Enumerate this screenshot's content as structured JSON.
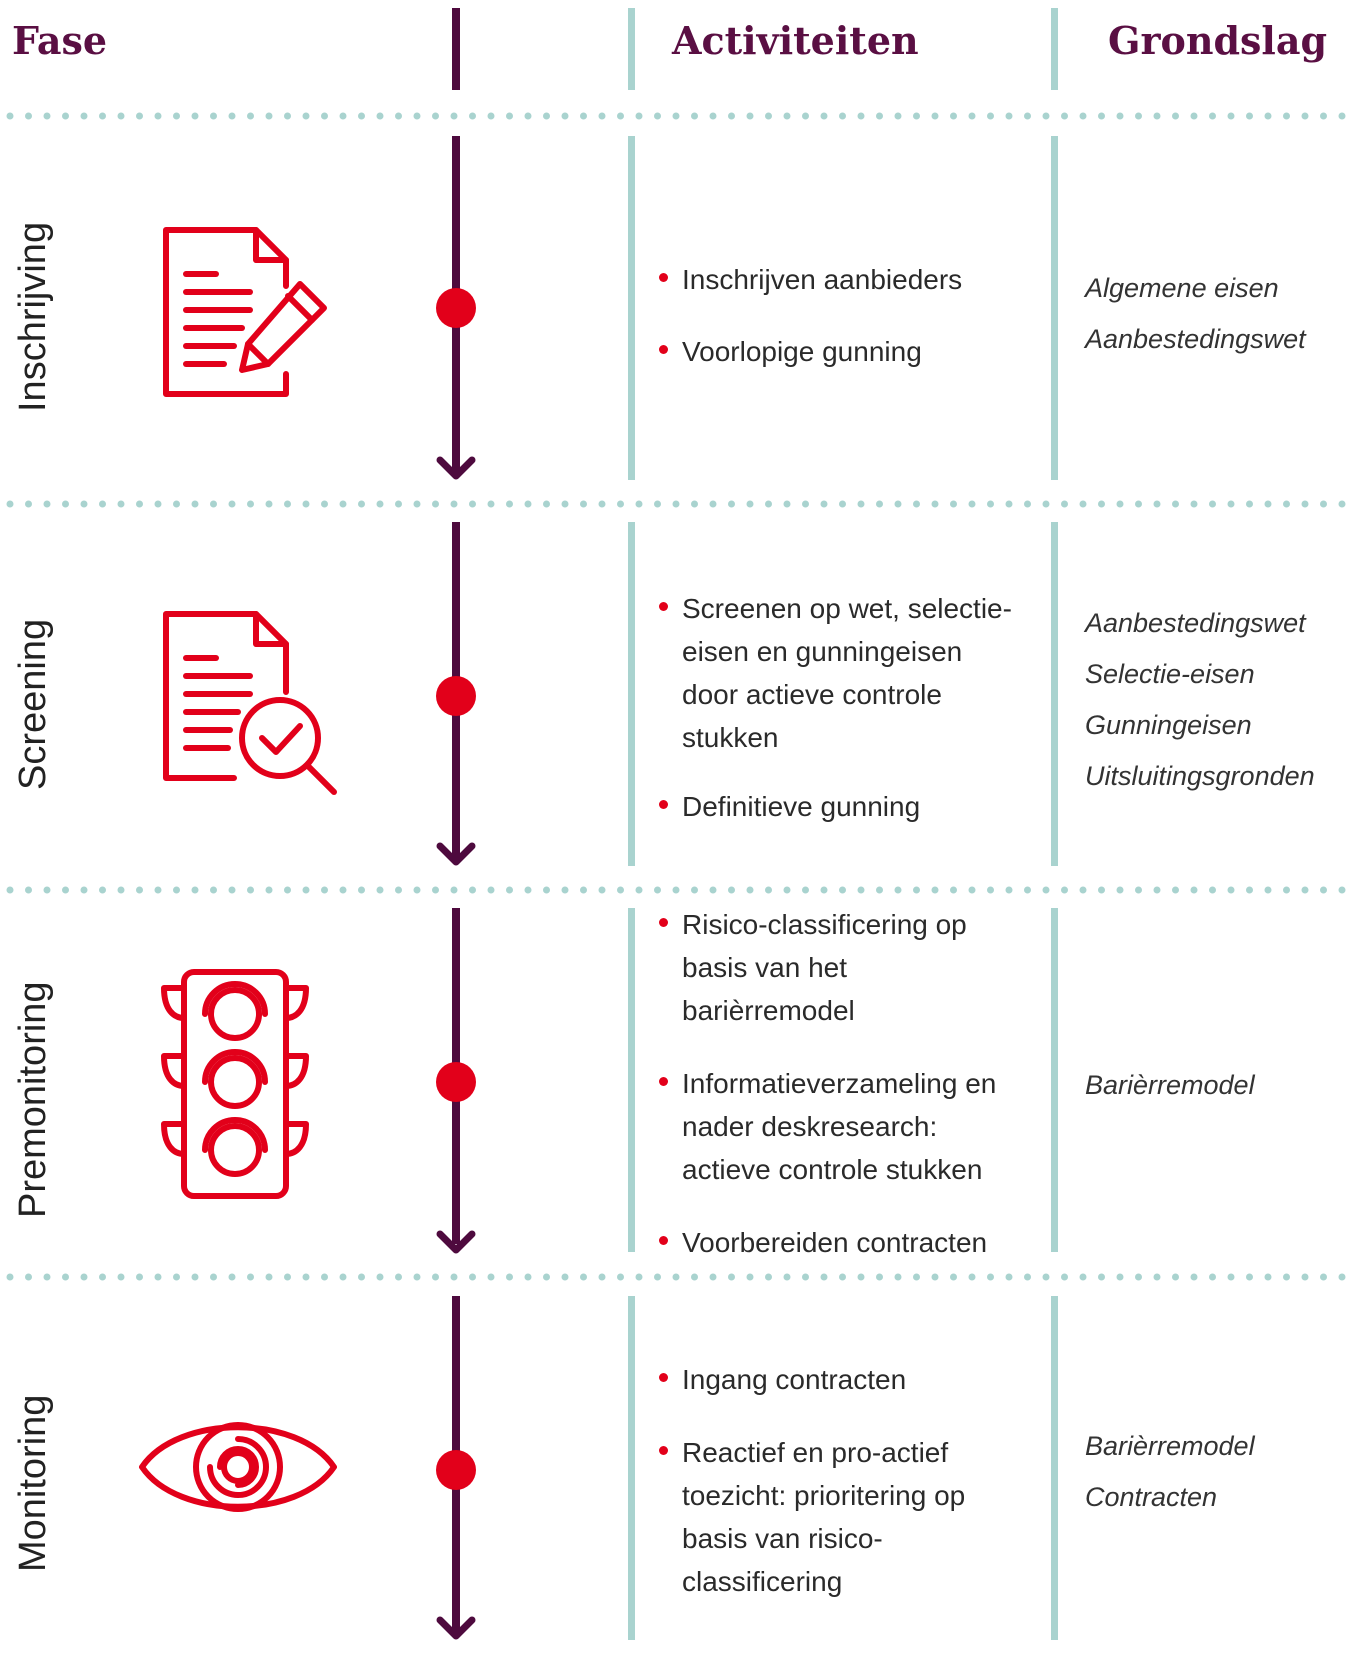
{
  "headers": {
    "fase": "Fase",
    "activiteiten": "Activiteiten",
    "grondslag": "Grondslag"
  },
  "colors": {
    "header": "#5a0f43",
    "spine": "#4e0a3e",
    "node": "#e2001a",
    "divider": "#a9d3cf",
    "icon": "#e2001a"
  },
  "phases": [
    {
      "name": "Inschrijving",
      "icon": "document-pencil-icon",
      "activities": [
        "Inschrijven aanbieders",
        "Voorlopige gunning"
      ],
      "grondslag": [
        "Algemene eisen",
        "Aanbestedingswet"
      ]
    },
    {
      "name": "Screening",
      "icon": "document-magnifier-check-icon",
      "activities": [
        "Screenen op wet, selectie-eisen en gunningeisen door actieve controle stukken",
        "Definitieve gunning"
      ],
      "grondslag": [
        "Aanbestedingswet",
        "Selectie-eisen",
        "Gunningeisen",
        "Uitsluitingsgronden"
      ]
    },
    {
      "name": "Premonitoring",
      "icon": "traffic-light-icon",
      "activities": [
        "Risico-classificering op basis van het barièrremodel",
        "Informatieverzameling en nader deskresearch: actieve controle stukken",
        "Voorbereiden contracten"
      ],
      "grondslag": [
        "Barièrremodel"
      ]
    },
    {
      "name": "Monitoring",
      "icon": "eye-icon",
      "activities": [
        "Ingang contracten",
        "Reactief en pro-actief toezicht: prioritering op basis van risico-classificering"
      ],
      "grondslag": [
        "Barièrremodel",
        "Contracten"
      ]
    }
  ]
}
